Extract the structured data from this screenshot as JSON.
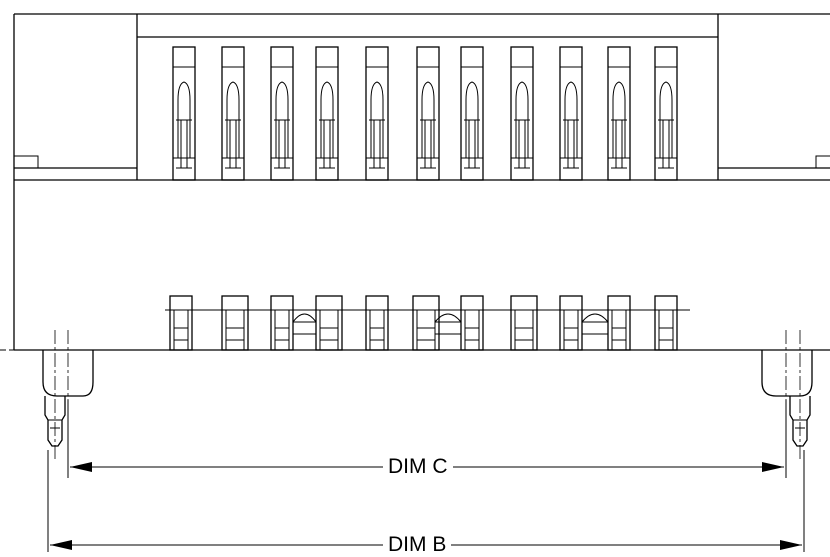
{
  "drawing": {
    "dimensions": {
      "dim_c": "DIM C",
      "dim_b": "DIM B"
    },
    "top_contact_count": 11,
    "bottom_contact_count": 11,
    "line_color": "#000000",
    "background_color": "#ffffff"
  }
}
